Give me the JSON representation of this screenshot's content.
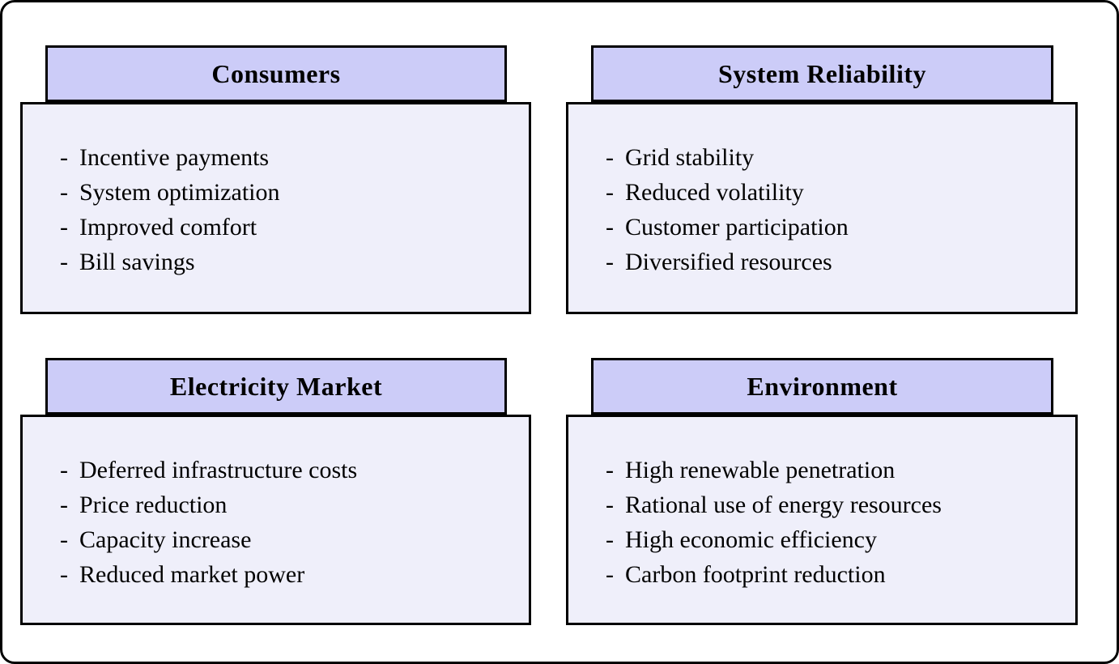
{
  "bullet": "-",
  "colors": {
    "background": "#ffffff",
    "border": "#000000",
    "header_fill": "#ccccf8",
    "body_fill": "#efeffa"
  },
  "panels": [
    {
      "title": "Consumers",
      "items": [
        "Incentive payments",
        "System optimization",
        "Improved comfort",
        "Bill savings"
      ]
    },
    {
      "title": "System Reliability",
      "items": [
        "Grid stability",
        "Reduced volatility",
        "Customer participation",
        "Diversified resources"
      ]
    },
    {
      "title": "Electricity Market",
      "items": [
        "Deferred infrastructure costs",
        "Price reduction",
        "Capacity increase",
        "Reduced market power"
      ]
    },
    {
      "title": "Environment",
      "items": [
        "High renewable penetration",
        "Rational use of energy resources",
        "High economic efficiency",
        "Carbon footprint reduction"
      ]
    }
  ]
}
